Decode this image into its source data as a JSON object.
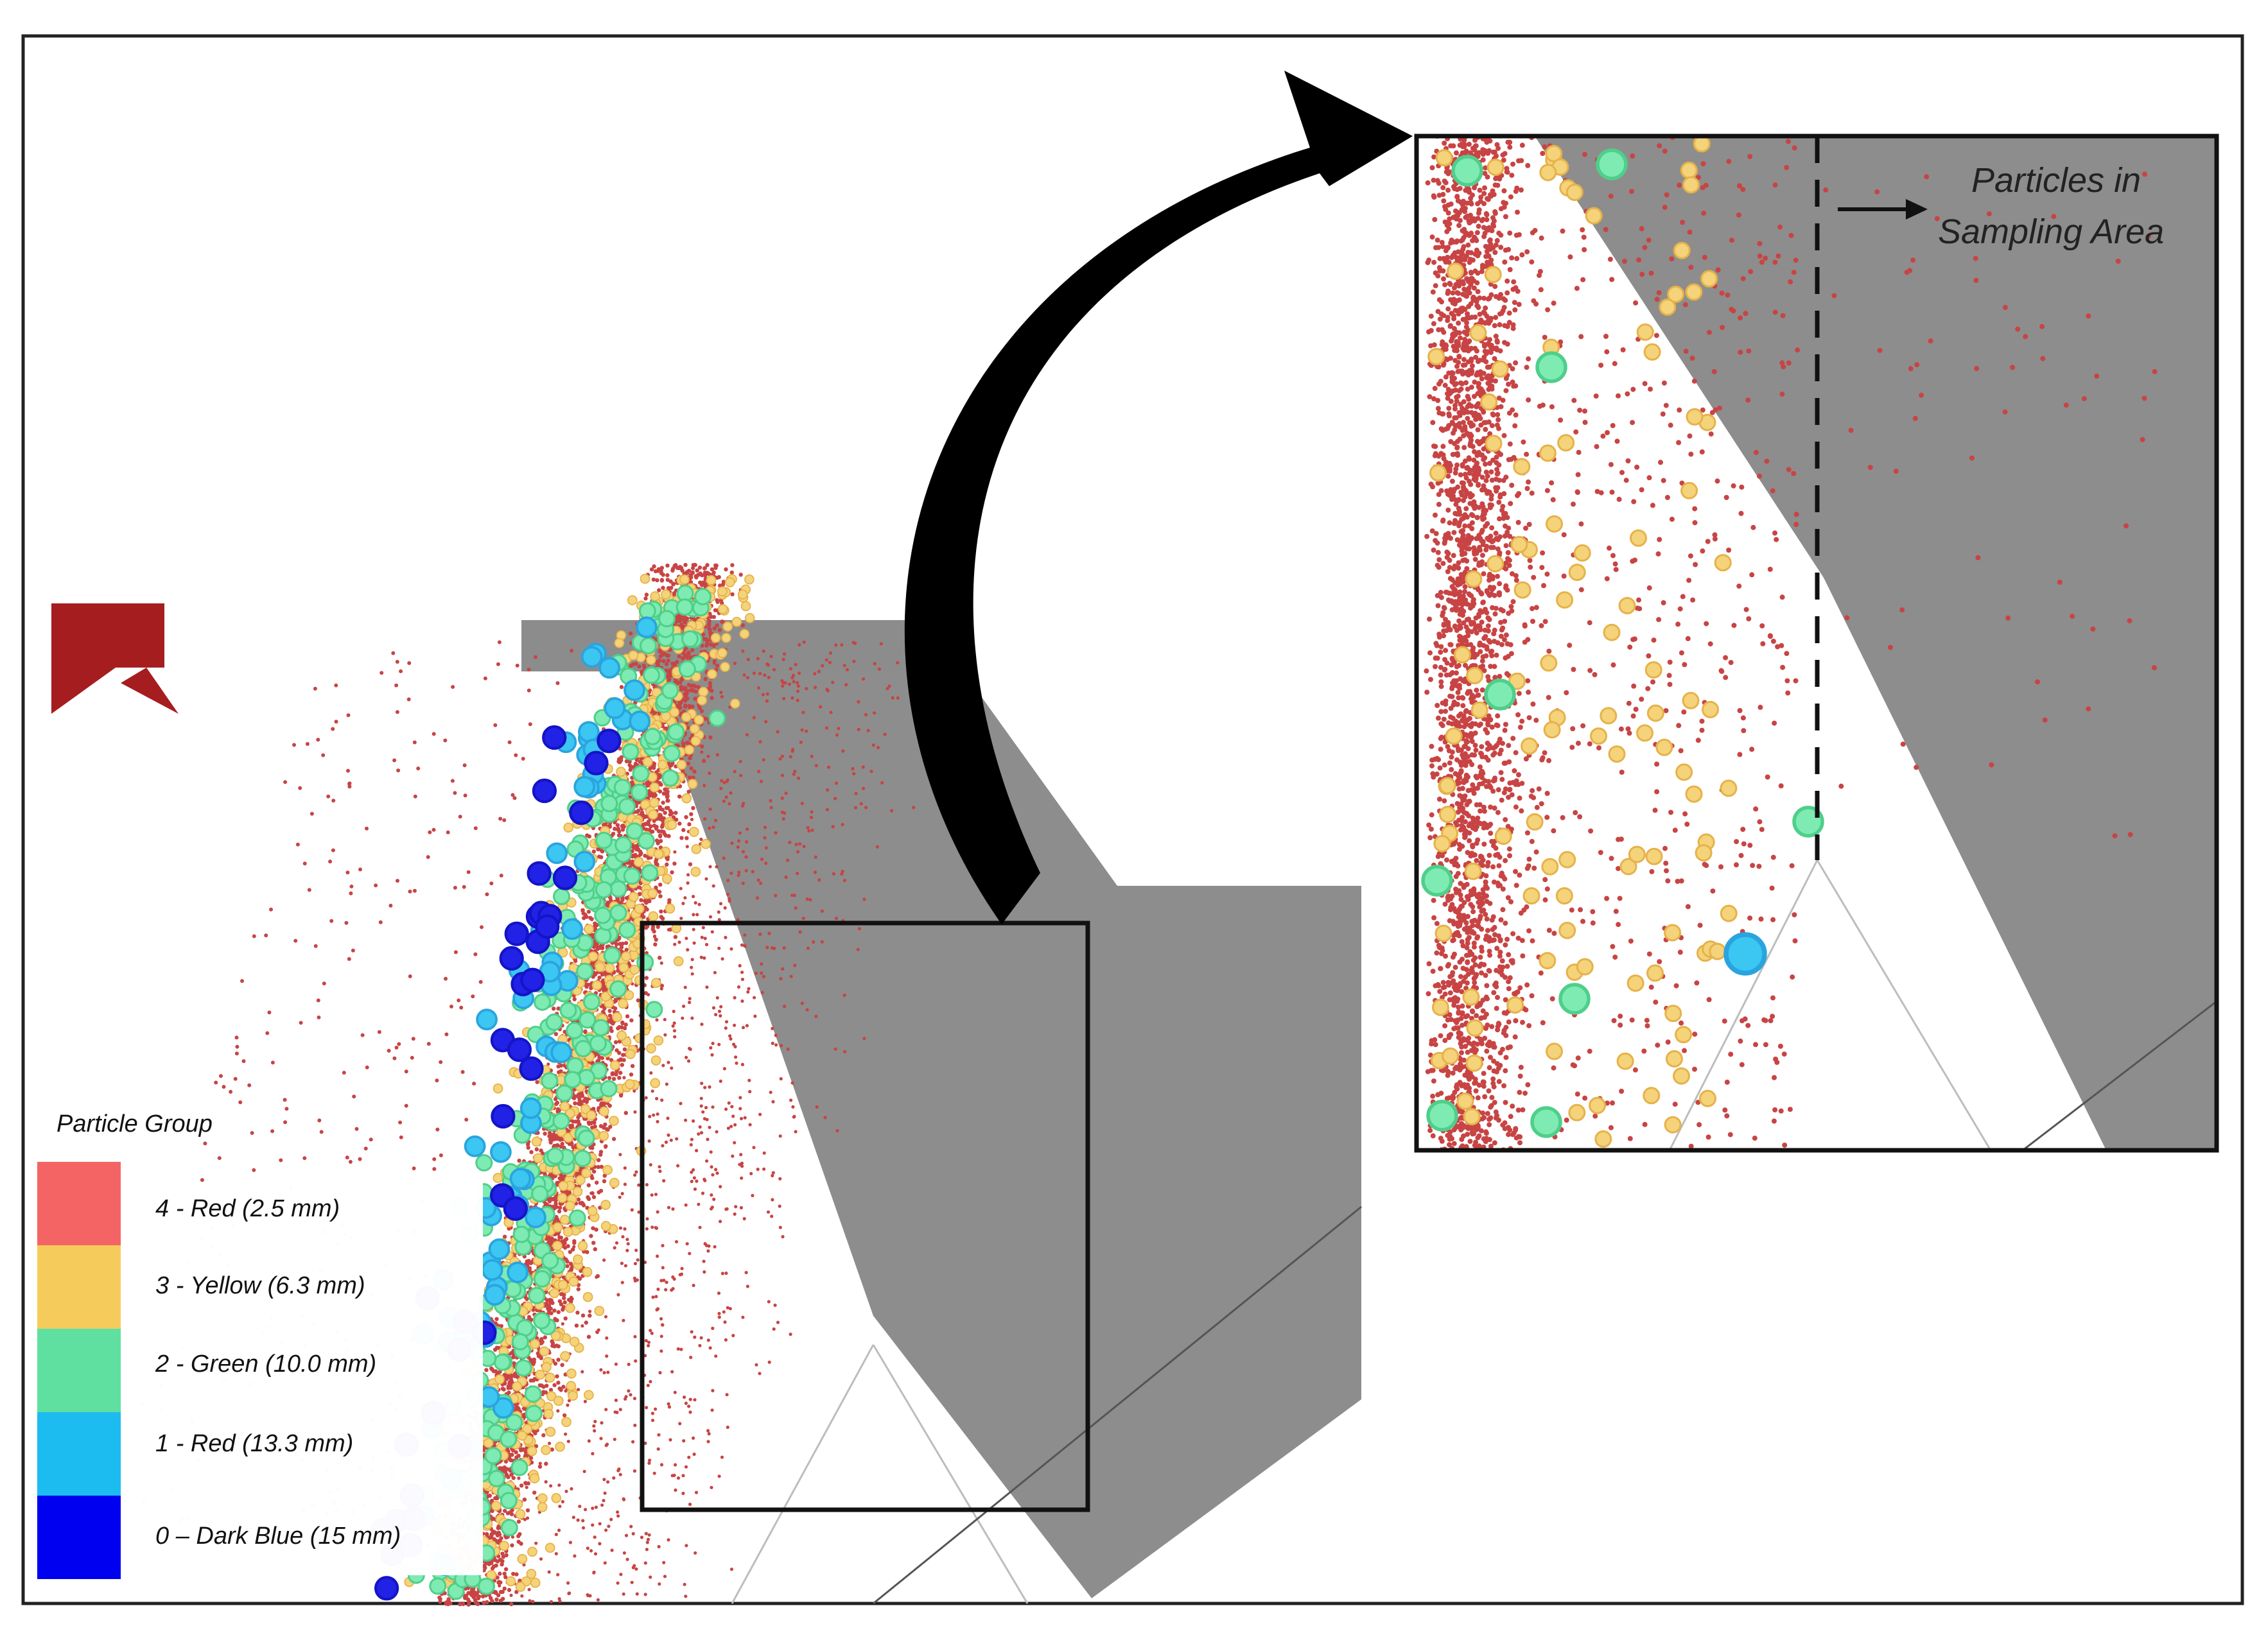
{
  "legend": {
    "title": "Particle Group",
    "items": [
      {
        "label": "4 - Red (2.5 mm)",
        "color": "#f46464"
      },
      {
        "label": "3 - Yellow (6.3 mm)",
        "color": "#f5cc5c"
      },
      {
        "label": "2 - Green (10.0 mm)",
        "color": "#60e0a0"
      },
      {
        "label": "1 - Red (13.3 mm)",
        "color": "#1cbcf0"
      },
      {
        "label": "0 – Dark Blue (15 mm)",
        "color": "#0000f0"
      }
    ]
  },
  "callout": {
    "line1": "Particles in",
    "line2": "Sampling Area"
  },
  "colors": {
    "small_particle": "#c84444",
    "yellow_particle": "#e6b24a",
    "green_particle": "#4fcf8a",
    "cyan_particle": "#2aa4de",
    "blue_particle": "#1414c8",
    "geometry": "#8f8f8f",
    "logo": "#a51d1f"
  }
}
